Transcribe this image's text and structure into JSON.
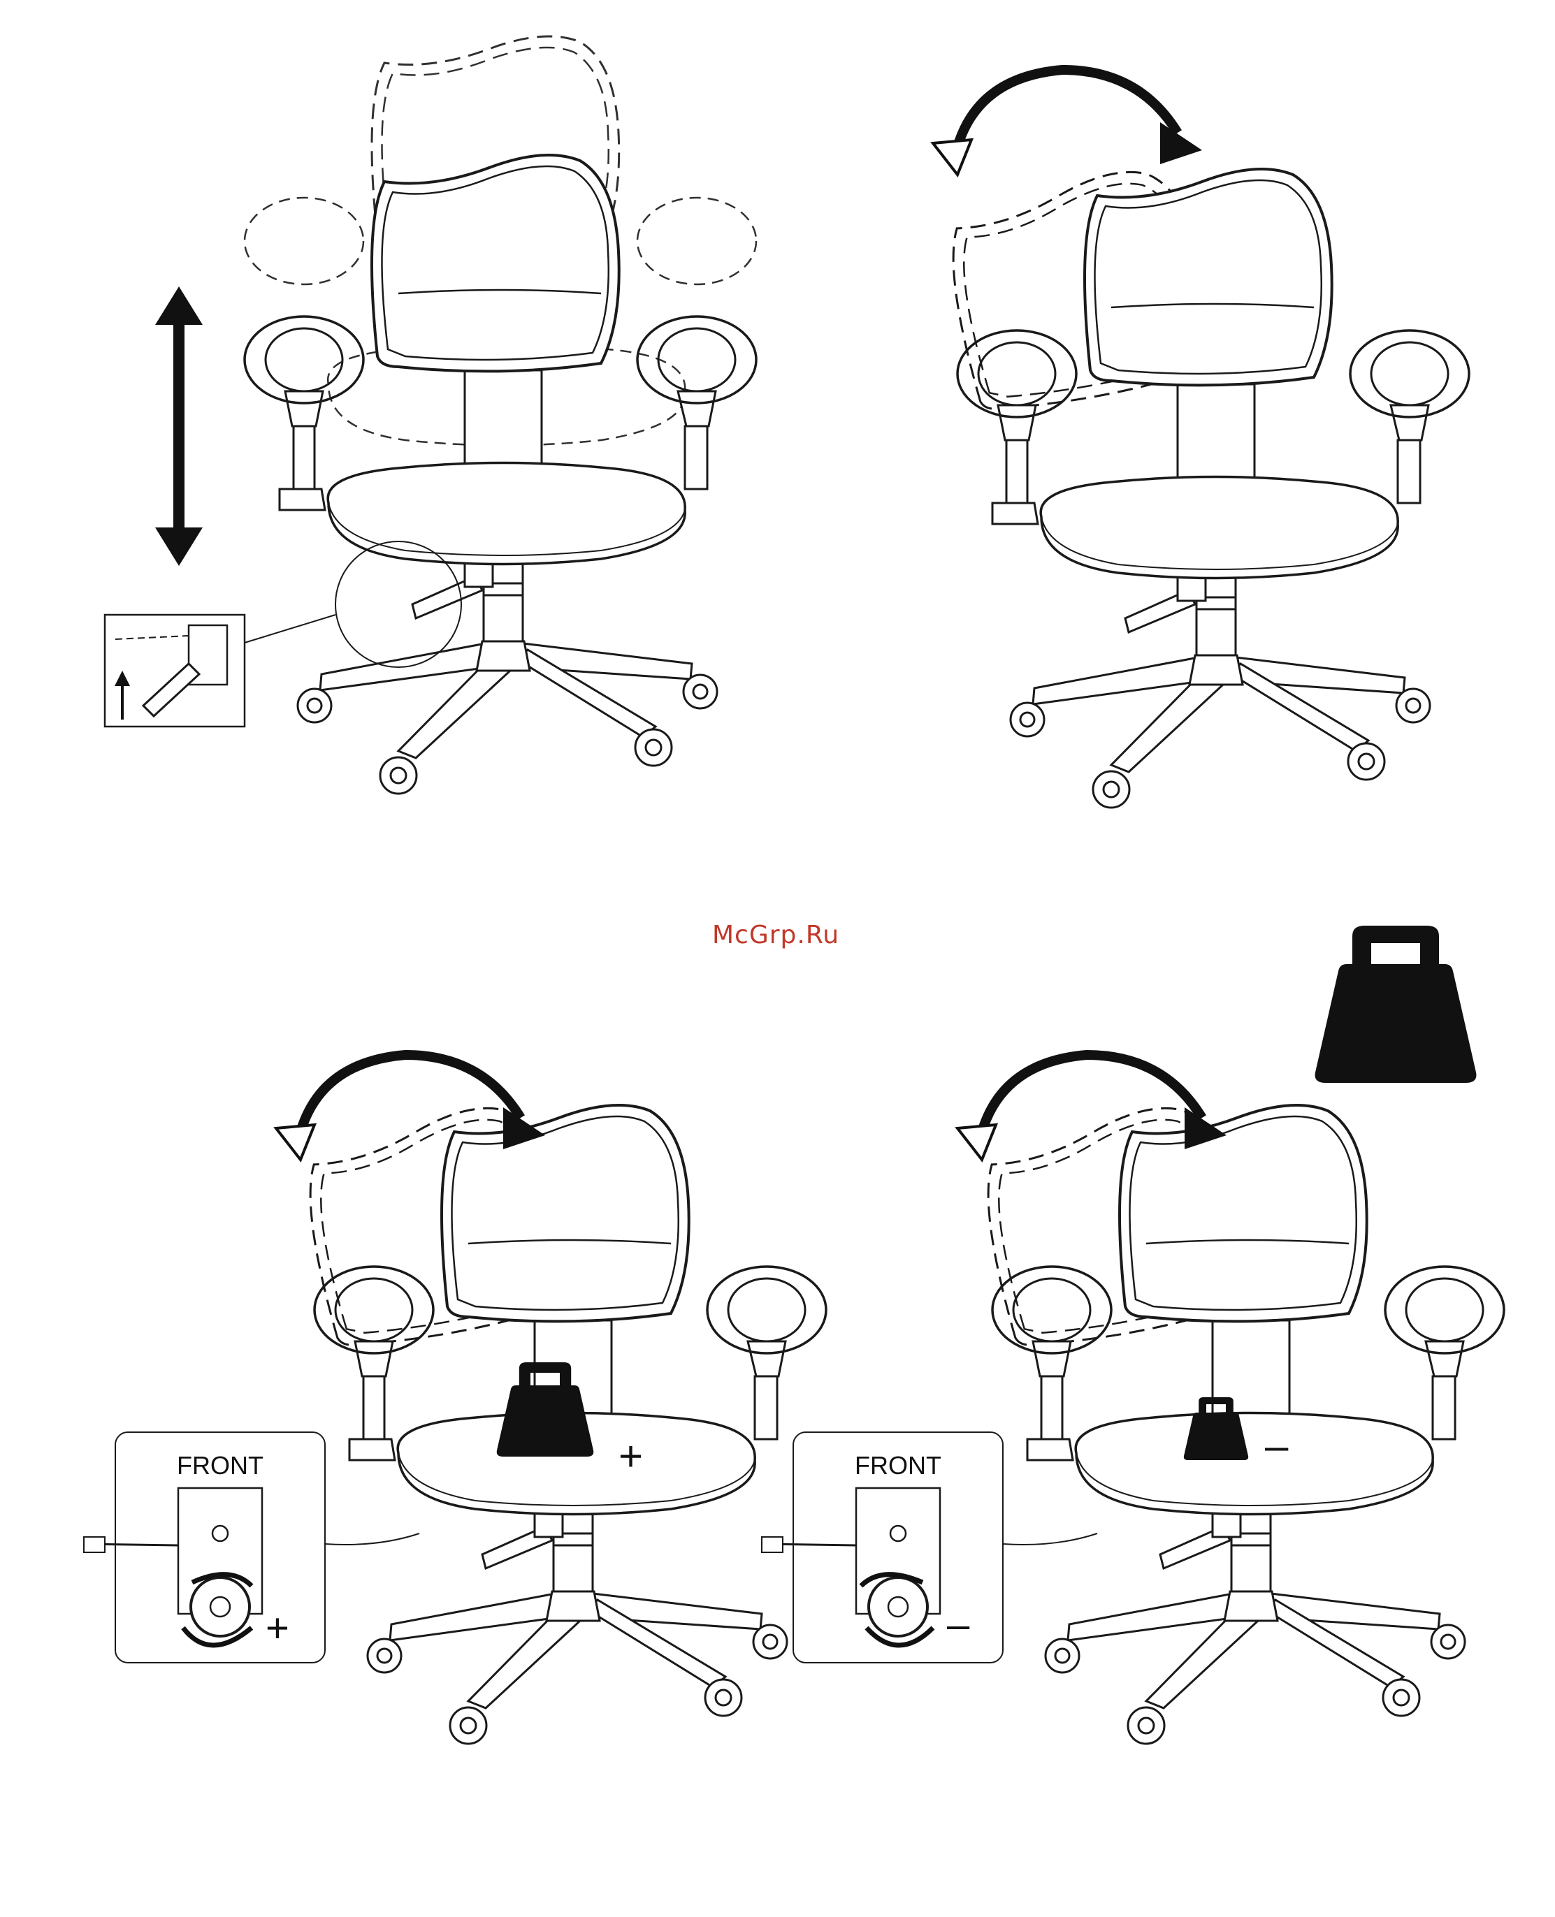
{
  "watermark": "McGrp.Ru",
  "panel_bottom_left": {
    "inset_label": "FRONT",
    "seat_sign": "+",
    "knob_sign": "+"
  },
  "panel_bottom_right": {
    "inset_label": "FRONT",
    "seat_sign": "–",
    "knob_sign": "–"
  },
  "icons": {
    "height_arrow": "double-vertical-arrow-icon",
    "lever_arrow": "up-arrow-icon",
    "tilt_arrow": "curved-tilt-arrow-icon",
    "weight": "weight-icon"
  },
  "colors": {
    "line": "#1a1a1a",
    "fill": "#111111",
    "watermark": "#c0392b"
  }
}
